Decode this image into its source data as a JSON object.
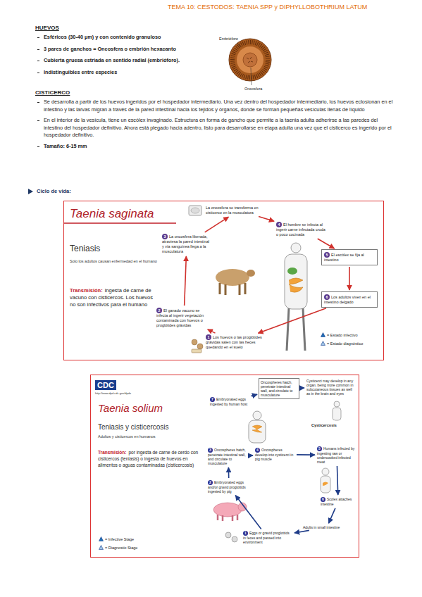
{
  "diagram": {
    "title": "TEMA 10: CESTODOS: TAENIA SPP y DIPHYLLOBOTHRIUM LATUM",
    "nodes": [
      {
        "text": [
          "Taenia saginata",
          "Teniasis",
          "Solo los adultos causan enfermedad en el humano",
          "Transmisión:",
          "ingesta de carne de vacuno con cisticercos. Los huevos no son infectivos para el humano"
        ]
      },
      {
        "text": [
          "La oncosfera se transforma en cisticerco en la musculatura"
        ],
        "in": 0
      },
      {
        "text": [
          "4",
          "El hombre se infecta al ingerir carne infectada cruda o poco cocinada"
        ],
        "in": 0
      },
      {
        "text": [
          "5",
          "El escólex se fija al intestino"
        ],
        "in": 0
      },
      {
        "text": [
          "6",
          "Los adultos viven en el intestino delgado"
        ],
        "in": 0
      },
      {
        "text": [
          "1",
          "Los huevos o las proglótides grávidas salen con las heces quedando en el suelo"
        ],
        "in": 0
      },
      {
        "text": [
          "2",
          "El ganado vacuno se infecta al ingerir vegetación contaminada con huevos o proglótides grávidas"
        ],
        "in": 0
      },
      {
        "text": [
          "3",
          "La oncosfera liberada, atraviesa la pared intestinal y vía sanguínea llega a la musculatura"
        ],
        "in": 0
      },
      {
        "text": [
          "Taenia solium",
          "Teniasis y cisticercosis",
          "Adultos y cisticercos en humanos",
          "Transmisión:",
          "por ingesta de carne de cerdo con cisticercos (teniasis) o ingesta de huevos en alimentos o aguas contaminadas (cisticercosis)"
        ]
      },
      {
        "text": [
          "CDC",
          "http://www.dpd.cdc.gov/dpdx"
        ],
        "in": 8
      },
      {
        "text": [
          "Oncospheres hatch, penetrate intestinal wall, and circulate to musculature"
        ],
        "in": 8
      },
      {
        "text": [
          "Cysticerci may develop in any organ, being more common in subcutaneous tissues as well as in the brain and eyes"
        ],
        "in": 8
      },
      {
        "text": [
          "7",
          "Embryonated eggs ingested by human host"
        ],
        "in": 8
      },
      {
        "text": [
          "3",
          "Oncospheres hatch, penetrate intestinal wall, and circulate to musculature"
        ],
        "in": 8
      },
      {
        "text": [
          "4",
          "Oncospheres develop into cysticerci in pig muscle"
        ],
        "in": 8
      },
      {
        "text": [
          "5",
          "Humans infected by ingesting raw or undercooked infected meat"
        ],
        "in": 8
      },
      {
        "text": [
          "6",
          "Scolex attaches intestine"
        ],
        "in": 8
      },
      {
        "text": [
          "Adults in small intestine"
        ],
        "in": 8
      },
      {
        "text": [
          "2",
          "Embryonated eggs and/or gravid proglottids ingested by pig"
        ],
        "in": 8
      },
      {
        "text": [
          "1",
          "Eggs or gravid proglottids in feces and passed into environment"
        ],
        "in": 8
      }
    ],
    "edges": [
      {
        "from": 5,
        "to": 6,
        "arrow": "to"
      },
      {
        "from": 6,
        "to": 7,
        "arrow": "to"
      },
      {
        "from": 7,
        "to": 1,
        "arrow": "to"
      },
      {
        "from": 1,
        "to": 2,
        "arrow": "to"
      },
      {
        "from": 2,
        "to": 3,
        "arrow": "to"
      },
      {
        "from": 3,
        "to": 4,
        "arrow": "to"
      },
      {
        "from": 4,
        "to": 5,
        "arrow": "to"
      },
      {
        "from": 19,
        "to": 18,
        "arrow": "to"
      },
      {
        "from": 18,
        "to": 13,
        "arrow": "to"
      },
      {
        "from": 13,
        "to": 14,
        "arrow": "to"
      },
      {
        "from": 14,
        "to": 15,
        "arrow": "to"
      },
      {
        "from": 15,
        "to": 16,
        "arrow": "to"
      },
      {
        "from": 16,
        "to": 17,
        "arrow": "to"
      },
      {
        "from": 17,
        "to": 19,
        "arrow": "to"
      },
      {
        "from": 12,
        "to": 10,
        "arrow": "to"
      },
      {
        "from": 10,
        "to": 11,
        "arrow": "to"
      }
    ],
    "labels": [
      "HUEVOS",
      "Esféricos (30-40 µm) y con contenido granuloso",
      "3 pares de ganchos = Oncosfera o embrión hexacanto",
      "Cubierta gruesa estriada en sentido radial (embrióforo).",
      "Indistinguibles entre especies",
      "Embrióforo",
      "Oncosfera",
      "CISTICERCO",
      "Se desarrolla a partir de los huevos ingeridos por el hospedador intermediario. Una vez dentro del hospedador intermediario, los huevos eclosionan en el intestino y las larvas migran a través de la pared intestinal hacia los tejidos y órganos, donde se forman pequeñas vesículas llenas de líquido",
      "En el interior de la vesícula, tiene un escólex invaginado. Estructura en forma de gancho que permite a la taenia adulta adherirse a las paredes del intestino del hospedador definitivo. Ahora está plegado hacia adentro, listo para desarrollarse en etapa adulta una vez que el cisticerco es ingerido por el hospedador definitivo.",
      "Tamaño: 6-15 mm",
      "Ciclo de vida:",
      "Cysticercosis"
    ],
    "legend": [
      {
        "text": "= Estado infectivo"
      },
      {
        "text": "= Estado diagnóstico"
      },
      {
        "text": "= Infective Stage"
      },
      {
        "text": "= Diagnostic Stage"
      }
    ]
  }
}
